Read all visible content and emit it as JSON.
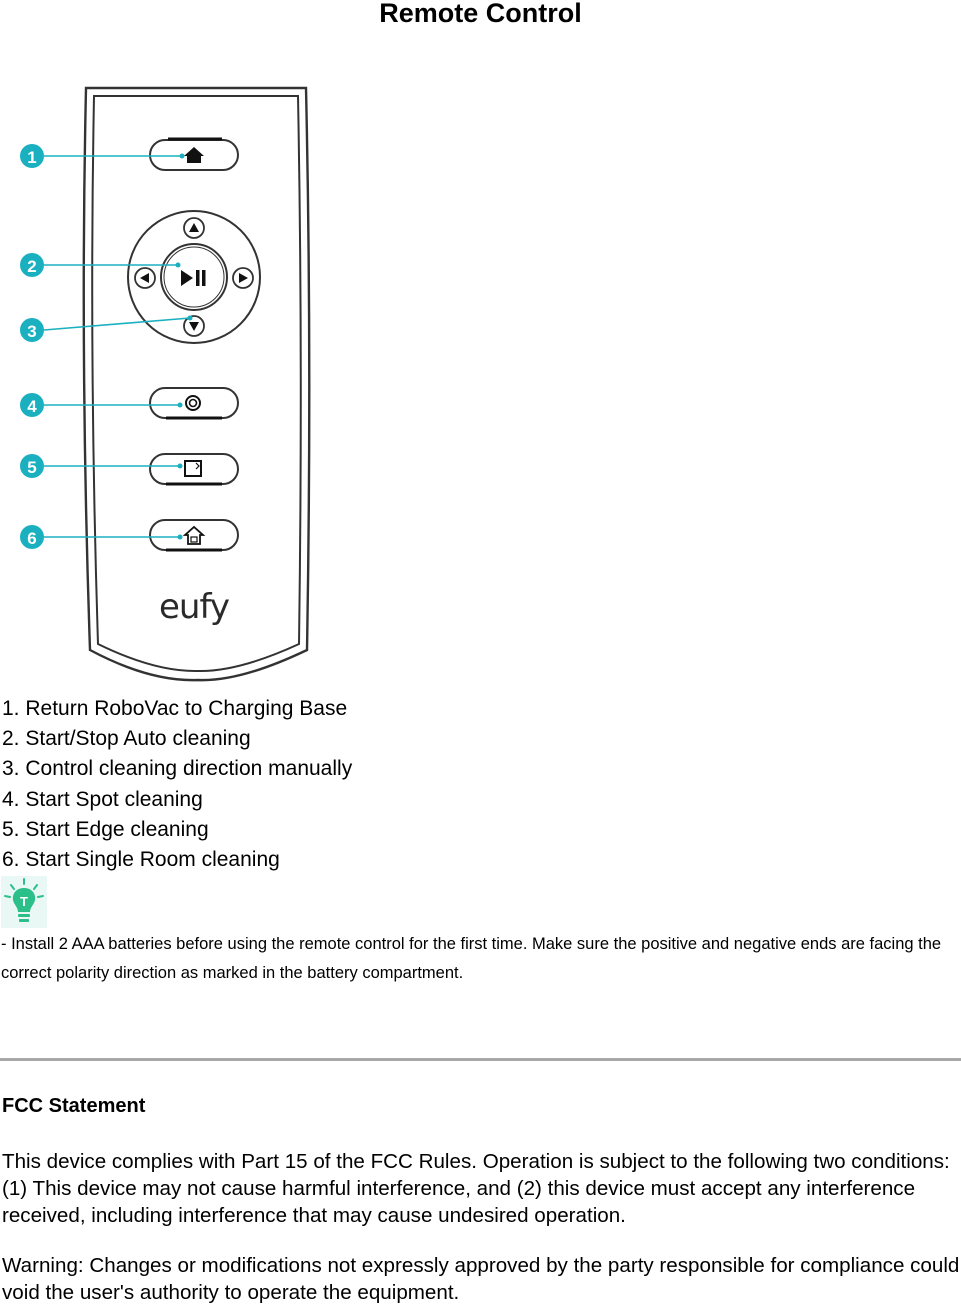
{
  "page_title": "Remote Control",
  "remote": {
    "brand_logo": "eufy",
    "callouts": [
      "1",
      "2",
      "3",
      "4",
      "5",
      "6"
    ],
    "icons": [
      "home-icon",
      "up-arrow-icon",
      "left-arrow-icon",
      "play-pause-icon",
      "right-arrow-icon",
      "down-arrow-icon",
      "spot-spiral-icon",
      "edge-square-icon",
      "single-room-icon"
    ],
    "accent_color": "#1ab0c0"
  },
  "legend": [
    "1. Return RoboVac to Charging Base",
    "2. Start/Stop Auto cleaning",
    "3. Control cleaning direction manually",
    "4. Start Spot cleaning",
    "5. Start Edge cleaning",
    "6. Start Single Room cleaning"
  ],
  "tip": {
    "icon": "lightbulb-tip-icon",
    "icon_letter": "T",
    "text": "- Install 2 AAA batteries before using the remote control for the first time. Make sure the positive and negative ends are facing the correct polarity direction as marked in the battery compartment."
  },
  "fcc": {
    "heading": "FCC Statement",
    "paragraph1": "This device complies with Part 15 of the FCC Rules. Operation is subject to the following two conditions: (1) This device may not cause harmful interference, and (2) this device must accept any interference received, including interference that may cause undesired operation.",
    "paragraph2": "Warning: Changes or modifications not expressly approved by the party responsible for compliance could void the user's authority to operate the equipment."
  }
}
